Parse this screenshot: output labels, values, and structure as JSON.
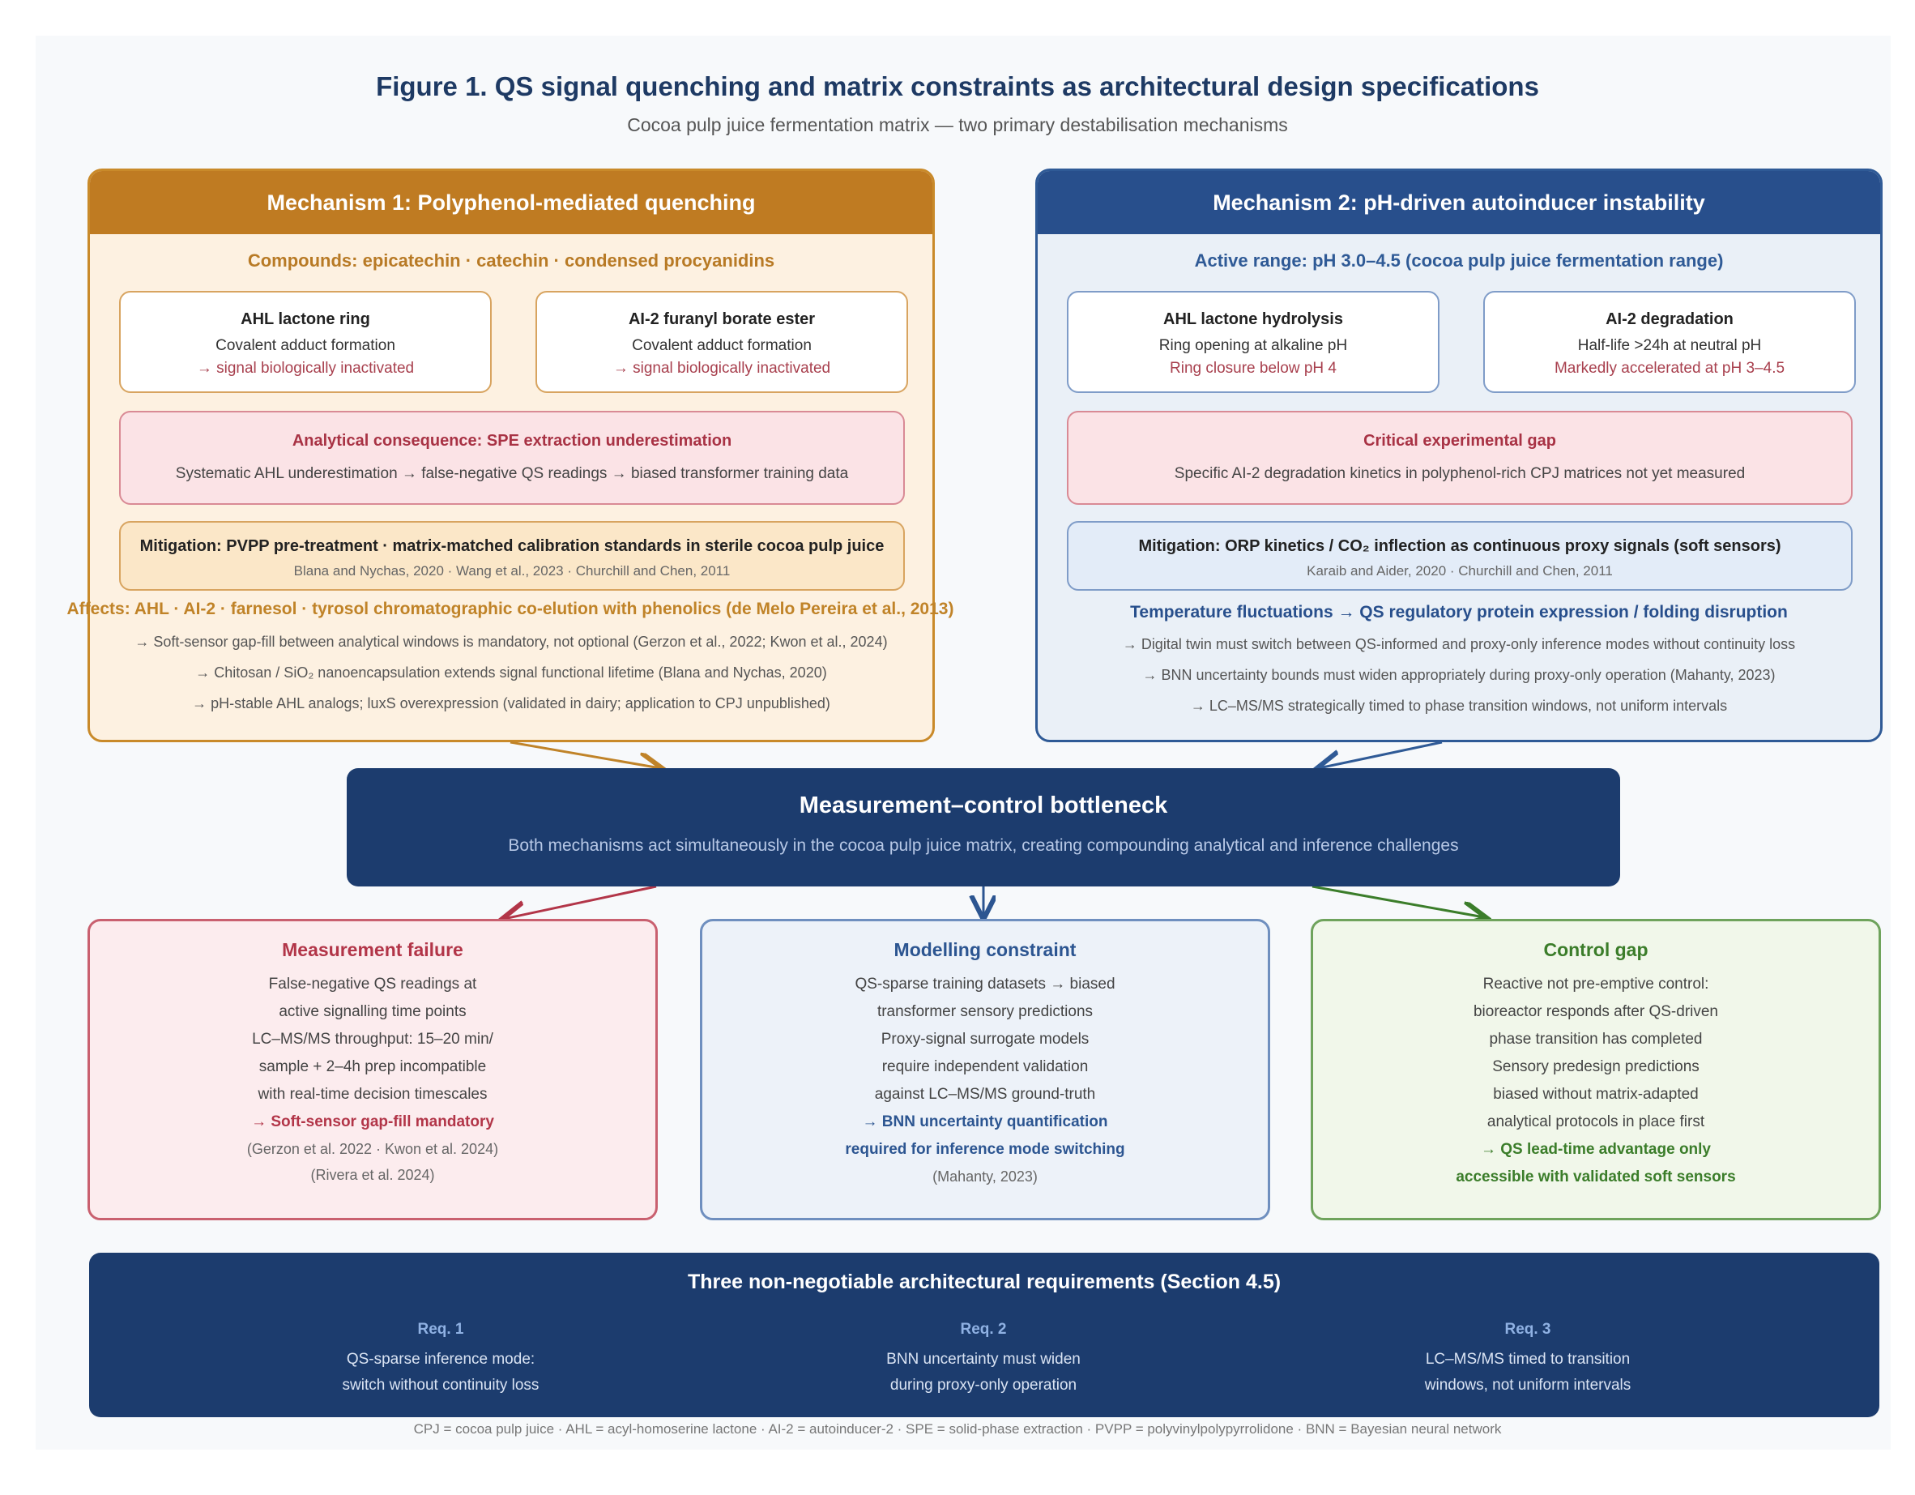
{
  "figure": {
    "title": "Figure 1. QS signal quenching and matrix constraints as architectural design specifications",
    "subtitle": "Cocoa pulp juice fermentation matrix — two primary destabilisation mechanisms"
  },
  "mechanism1": {
    "header": "Mechanism 1: Polyphenol-mediated quenching",
    "compounds": "Compounds: epicatechin · catechin · condensed procyanidins",
    "cards": [
      {
        "title": "AHL lactone ring",
        "line1": "Covalent adduct formation",
        "line2": "→ signal biologically inactivated"
      },
      {
        "title": "AI-2 furanyl borate ester",
        "line1": "Covalent adduct formation",
        "line2": "→ signal biologically inactivated"
      }
    ],
    "consequence": {
      "title": "Analytical consequence: SPE extraction underestimation",
      "body": "Systematic AHL underestimation → false-negative QS readings → biased transformer training data"
    },
    "mitigation": {
      "title": "Mitigation: PVPP pre-treatment · matrix-matched calibration standards in sterile cocoa pulp juice",
      "refs": "Blana and Nychas, 2020 · Wang et al., 2023 · Churchill and Chen, 2011"
    },
    "affects": "Affects: AHL · AI-2 · farnesol · tyrosol chromatographic co-elution with phenolics (de Melo Pereira et al., 2013)",
    "notes": [
      "→ Soft-sensor gap-fill between analytical windows is mandatory, not optional (Gerzon et al., 2022; Kwon et al., 2024)",
      "→ Chitosan / SiO₂ nanoencapsulation extends signal functional lifetime (Blana and Nychas, 2020)",
      "→ pH-stable AHL analogs; luxS overexpression (validated in dairy; application to CPJ unpublished)"
    ]
  },
  "mechanism2": {
    "header": "Mechanism 2: pH-driven autoinducer instability",
    "range": "Active range: pH 3.0–4.5 (cocoa pulp juice fermentation range)",
    "cards": [
      {
        "title": "AHL lactone hydrolysis",
        "line1": "Ring opening at alkaline pH",
        "line2": "Ring closure below pH 4"
      },
      {
        "title": "AI-2 degradation",
        "line1": "Half-life >24h at neutral pH",
        "line2": "Markedly accelerated at pH 3–4.5"
      }
    ],
    "gap": {
      "title": "Critical experimental gap",
      "body": "Specific AI-2 degradation kinetics in polyphenol-rich CPJ matrices not yet measured"
    },
    "mitigation": {
      "title": "Mitigation: ORP kinetics / CO₂ inflection as continuous proxy signals (soft sensors)",
      "refs": "Karaib and Aider, 2020 · Churchill and Chen, 2011"
    },
    "temperature": "Temperature fluctuations → QS regulatory protein expression / folding disruption",
    "notes": [
      "→ Digital twin must switch between QS-informed and proxy-only inference modes without continuity loss",
      "→ BNN uncertainty bounds must widen appropriately during proxy-only operation (Mahanty, 2023)",
      "→ LC–MS/MS strategically timed to phase transition windows, not uniform intervals"
    ]
  },
  "bottleneck": {
    "title": "Measurement–control bottleneck",
    "desc": "Both mechanisms act simultaneously in the cocoa pulp juice matrix, creating compounding analytical and inference challenges"
  },
  "outcomes": {
    "failure": {
      "title": "Measurement failure",
      "lines": [
        "False-negative QS readings at",
        "active signalling time points",
        "LC–MS/MS throughput: 15–20 min/",
        "sample + 2–4h prep incompatible",
        "with real-time decision timescales"
      ],
      "highlight": [
        "→ Soft-sensor gap-fill mandatory"
      ],
      "cites": [
        "(Gerzon et al. 2022 · Kwon et al. 2024)",
        "(Rivera et al. 2024)"
      ]
    },
    "modelling": {
      "title": "Modelling constraint",
      "lines": [
        "QS-sparse training datasets → biased",
        "transformer sensory predictions",
        "Proxy-signal surrogate models",
        "require independent validation",
        "against LC–MS/MS ground-truth"
      ],
      "highlight": [
        "→ BNN uncertainty quantification",
        "required for inference mode switching"
      ],
      "cites": [
        "(Mahanty, 2023)"
      ]
    },
    "control": {
      "title": "Control gap",
      "lines": [
        "Reactive not pre-emptive control:",
        "bioreactor responds after QS-driven",
        "phase transition has completed",
        "Sensory predesign predictions",
        "biased without matrix-adapted",
        "analytical protocols in place first"
      ],
      "highlight": [
        "→ QS lead-time advantage only",
        "accessible with validated soft sensors"
      ],
      "cites": []
    }
  },
  "requirements": {
    "title": "Three non-negotiable architectural requirements (Section 4.5)",
    "items": [
      {
        "label": "Req. 1",
        "line1": "QS-sparse inference mode:",
        "line2": "switch without continuity loss"
      },
      {
        "label": "Req. 2",
        "line1": "BNN uncertainty must widen",
        "line2": "during proxy-only operation"
      },
      {
        "label": "Req. 3",
        "line1": "LC–MS/MS timed to transition",
        "line2": "windows, not uniform intervals"
      }
    ]
  },
  "footer": "CPJ = cocoa pulp juice · AHL = acyl-homoserine lactone · AI-2 = autoinducer-2 · SPE = solid-phase extraction · PVPP = polyvinylpolypyrrolidone · BNN = Bayesian neural network",
  "colors": {
    "mechanism1": "#bf7b22",
    "mechanism2": "#284f8c",
    "bottleneck": "#1c3c6e",
    "failure": "#b23548",
    "modelling": "#2c5591",
    "control": "#3b7d2a"
  }
}
